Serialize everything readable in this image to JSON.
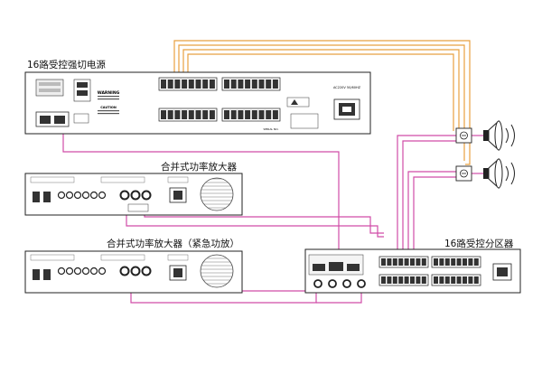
{
  "labels": {
    "power_sequencer": "16路受控强切电源",
    "amplifier": "合并式功率放大器",
    "emergency_amplifier": "合并式功率放大器（紧急功放）",
    "zone_controller": "16路受控分区器"
  },
  "panel_text": {
    "warning": "WARNING",
    "caution": "CAUTION",
    "ac_input": "AC220V 50/60HZ",
    "serial_no": "SERIAL NO."
  },
  "colors": {
    "wire_orange": "#e8a040",
    "wire_pink": "#d04ca8",
    "device_fill": "#ffffff",
    "device_stroke": "#222222",
    "panel_inner": "#f4f4f4"
  },
  "icons": [
    "speaker-icon",
    "volume-control-icon",
    "fan-grille-icon",
    "power-socket-icon",
    "terminal-block-icon"
  ]
}
